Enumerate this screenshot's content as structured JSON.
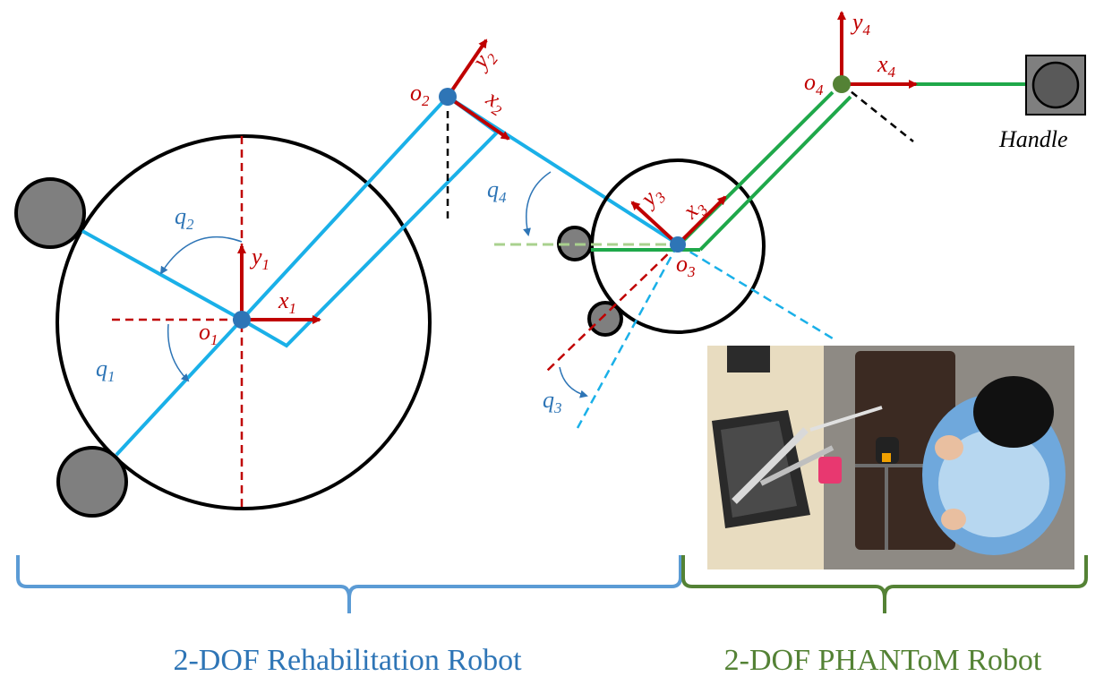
{
  "colors": {
    "rehab_blue": "#1ab0e8",
    "phantom_green": "#1fa84a",
    "frame_red": "#c00000",
    "angle_blue": "#2e75b6",
    "rehab_brace": "#5b9bd5",
    "phantom_brace": "#548235",
    "joint_gray": "#7f7f7f"
  },
  "labels": {
    "q1": "q",
    "q1_sub": "1",
    "q2": "q",
    "q2_sub": "2",
    "q3": "q",
    "q3_sub": "3",
    "q4": "q",
    "q4_sub": "4",
    "o1": "o",
    "o1_sub": "1",
    "o2": "o",
    "o2_sub": "2",
    "o3": "o",
    "o3_sub": "3",
    "o4": "o",
    "o4_sub": "4",
    "x1": "x",
    "x1_sub": "1",
    "y1": "y",
    "y1_sub": "1",
    "x2": "x",
    "x2_sub": "2",
    "y2": "y",
    "y2_sub": "2",
    "x3": "x",
    "x3_sub": "3",
    "y3": "y",
    "y3_sub": "3",
    "x4": "x",
    "x4_sub": "4",
    "y4": "y",
    "y4_sub": "4",
    "handle": "Handle"
  },
  "captions": {
    "rehab": "2-DOF Rehabilitation Robot",
    "phantom": "2-DOF PHANToM Robot"
  },
  "photo": {
    "icon": "robot-photo"
  }
}
